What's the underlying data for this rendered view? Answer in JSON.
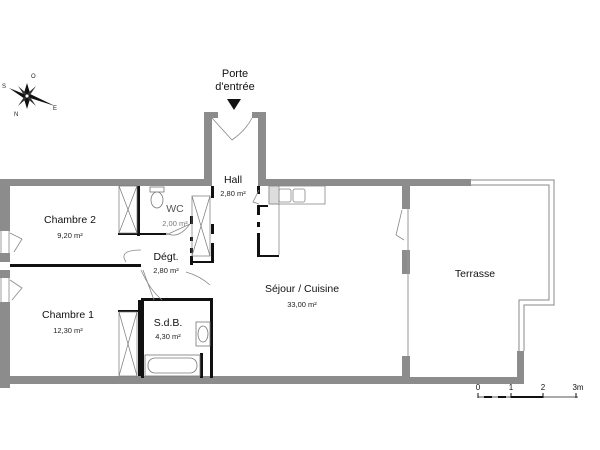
{
  "entry": {
    "line1": "Porte",
    "line2": "d'entrée"
  },
  "compass": {
    "labels": [
      "O",
      "S",
      "N",
      "E"
    ]
  },
  "rooms": {
    "chambre2": {
      "name": "Chambre 2",
      "area": "9,20 m²"
    },
    "wc": {
      "name": "WC",
      "area": "2,00 m²"
    },
    "hall": {
      "name": "Hall",
      "area": "2,80 m²"
    },
    "degt": {
      "name": "Dégt.",
      "area": "2,80 m²"
    },
    "chambre1": {
      "name": "Chambre 1",
      "area": "12,30 m²"
    },
    "sdb": {
      "name": "S.d.B.",
      "area": "4,30 m²"
    },
    "sejour": {
      "name": "Séjour / Cuisine",
      "area": "33,00 m²"
    },
    "terrasse": {
      "name": "Terrasse",
      "area": ""
    }
  },
  "scale": {
    "ticks": [
      "0",
      "1",
      "2",
      "3m"
    ]
  },
  "colors": {
    "wall": "#8c8c8c",
    "partition": "#111111",
    "terrace": "#b0b0b0"
  }
}
